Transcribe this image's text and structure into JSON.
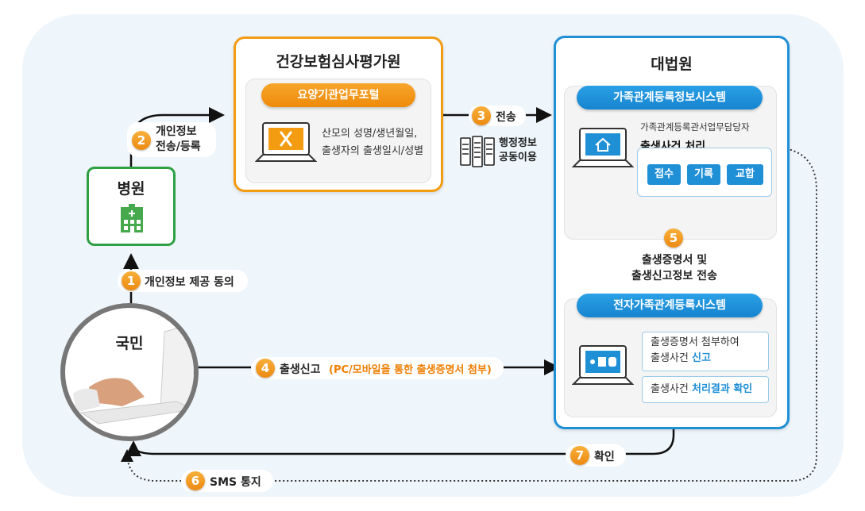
{
  "hospital": {
    "title": "병원"
  },
  "hira": {
    "title": "건강보험심사평가원",
    "portal": "요양기관업무포털",
    "desc_line1": "산모의 성명/생년월일,",
    "desc_line2": "출생자의 출생일시/성별"
  },
  "court": {
    "title": "대법원",
    "family_system": "가족관계등록정보시스템",
    "officer": "가족관계등록관서업무담당자",
    "process_title": "출생사건 처리",
    "buttons": [
      "접수",
      "기록",
      "교합"
    ],
    "e_system": "전자가족관계등록시스템",
    "report_line1": "출생증명서 첨부하여",
    "report_line2_prefix": "출생사건 ",
    "report_line2_highlight": "신고",
    "confirm_prefix": "출생사건 ",
    "confirm_highlight": "처리결과 확인"
  },
  "citizen": {
    "title": "국민"
  },
  "steps": {
    "s1": {
      "num": "1",
      "label": "개인정보 제공 동의"
    },
    "s2": {
      "num": "2",
      "line1": "개인정보",
      "line2": "전송/등록"
    },
    "s3": {
      "num": "3",
      "label": "전송"
    },
    "admin_line1": "행정정보",
    "admin_line2": "공동이용",
    "s4": {
      "num": "4",
      "label": "출생신고",
      "highlight": "(PC/모바일을 통한 출생증명서 첨부)"
    },
    "s5": {
      "num": "5",
      "line1": "출생증명서 및",
      "line2": "출생신고정보 전송"
    },
    "s6": {
      "num": "6",
      "label": "SMS 통지"
    },
    "s7": {
      "num": "7",
      "label": "확인"
    }
  },
  "colors": {
    "orange": "#f39c12",
    "blue": "#1f8fd6",
    "green": "#2ea043",
    "highlight_orange": "#ee7d00",
    "highlight_blue": "#1f8fd6"
  }
}
